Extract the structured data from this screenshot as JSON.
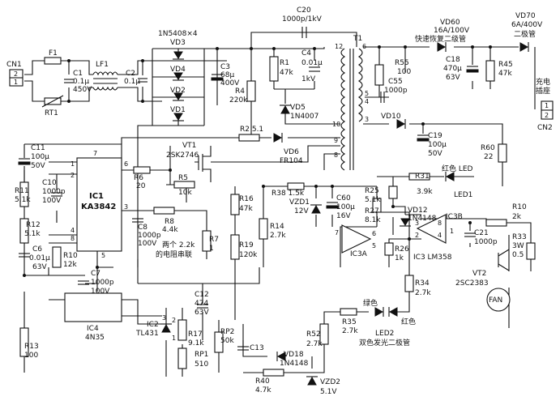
{
  "labels": {
    "cn1": "CN1",
    "cn1_p2": "2",
    "cn1_p1": "1",
    "f1": "F1",
    "rt1": "RT1",
    "c1_name": "C1",
    "c1_v1": "0.1μ",
    "c1_v2": "450V",
    "lf1": "LF1",
    "c2_name": "C2",
    "c2_val": "0.1μ",
    "bridge": "1N5408×4",
    "vd1": "VD1",
    "vd2": "VD2",
    "vd3": "VD3",
    "vd4": "VD4",
    "c3_name": "C3",
    "c3_v1": "68μ",
    "c3_v2": "400V",
    "r4_name": "R4",
    "r4_val": "220k",
    "r1_name": "R1",
    "r1_val": "47k",
    "c4_name": "C4",
    "c4_v1": "0.01μ",
    "c4_v2": "1kV",
    "vd5_name": "VD5",
    "vd5_val": "1N4007",
    "c20_name": "C20",
    "c20_val": "1000p/1kV",
    "t1": "T1",
    "t1_p12": "12",
    "t1_p6": "6",
    "t1_p5": "5",
    "t1_p4": "4",
    "t1_p3": "3",
    "t1_p10": "10",
    "t1_p9": "9",
    "t1_p8": "8",
    "vd60_name": "VD60",
    "vd60_val": "16A/100V",
    "vd60_desc": "快速恢复二级管",
    "vd70_name": "VD70",
    "vd70_val": "6A/400V",
    "vd70_desc": "二极管",
    "r55_name": "R55",
    "r55_val": "100",
    "c55_name": "C55",
    "c55_val": "1000p",
    "c18_name": "C18",
    "c18_v1": "470μ",
    "c18_v2": "63V",
    "r45_name": "R45",
    "r45_val": "47k",
    "charge_socket_1": "充电",
    "charge_socket_2": "插座",
    "cn2": "CN2",
    "cn2_p1": "1",
    "cn2_p2": "2",
    "vd10": "VD10",
    "c19_name": "C19",
    "c19_v1": "100μ",
    "c19_v2": "50V",
    "r60_name": "R60",
    "r60_val": "22",
    "r2": "R2 5.1",
    "vd6_name": "VD6",
    "vd6_val": "FR104",
    "vt1_name": "VT1",
    "vt1_val": "2SK2746",
    "c11_name": "C11",
    "c11_v1": "100μ",
    "c11_v2": "50V",
    "ic1_name": "IC1",
    "ic1_val": "KA3842",
    "ic1_p7": "7",
    "ic1_p1": "1",
    "ic1_p2": "2",
    "ic1_p6": "6",
    "ic1_p3": "3",
    "ic1_p4": "4",
    "ic1_p8": "8",
    "ic1_p5": "5",
    "r11_name": "R11",
    "r11_val": "5.1k",
    "c10_name": "C10",
    "c10_v1": "1000p",
    "c10_v2": "100V",
    "r6_name": "R6",
    "r6_val": "20",
    "r5_name": "R5",
    "r5_val": "10k",
    "r12_name": "R12",
    "r12_val": "5.1k",
    "c8_name": "C8",
    "c8_v1": "1000p",
    "c8_v2": "100V",
    "r8_name": "R8",
    "r8_val": "4.4k",
    "r7_name": "R7",
    "r7_val": "1",
    "two_resistors_1": "两个 2.2k",
    "two_resistors_2": "的电阻串联",
    "c6_name": "C6",
    "c6_v1": "0.01μ",
    "c6_v2": "63V",
    "r10_name": "R10",
    "r10_val": "12k",
    "c7_name": "C7",
    "c7_v1": "1000p",
    "c7_v2": "100V",
    "r16_name": "R16",
    "r16_val": "47k",
    "r14_name": "R14",
    "r14_val": "2.7k",
    "r19_name": "R19",
    "r19_val": "120k",
    "r38": "R38 1.5k",
    "vzd1_name": "VZD1",
    "vzd1_val": "12V",
    "c60_name": "C60",
    "c60_v1": "100μ",
    "c60_v2": "16V",
    "r25_name": "R25",
    "r25_val": "5.1k",
    "r27_name": "R27",
    "r27_val": "8.1k",
    "r31_name": "R31",
    "r31_val": "3.9k",
    "red_led": "红色 LED",
    "led1": "LED1",
    "vd12_name": "VD12",
    "vd12_val": "1N4148",
    "ic3b": "IC3B",
    "r10b_name": "R10",
    "r10b_val": "2k",
    "c21_name": "C21",
    "c21_val": "1000p",
    "r33_name": "R33",
    "r33_v1": "3W",
    "r33_v2": "0.5",
    "ic3a": "IC3A",
    "ic3_pin7": "7",
    "ic3_pin6": "6",
    "ic3_pin5": "5",
    "ic3_pin3": "3",
    "ic3_pin2": "2",
    "ic3_pin8": "8",
    "ic3_pin4": "4",
    "ic3_pin1": "1",
    "r26_name": "R26",
    "r26_val": "1k",
    "ic3_lm358": "IC3 LM358",
    "vt2_name": "VT2",
    "vt2_val": "2SC2383",
    "fan": "FAN",
    "r34_name": "R34",
    "r34_val": "2.7k",
    "green": "绿色",
    "red": "红色",
    "r35_name": "R35",
    "r35_val": "2.7k",
    "led2": "LED2",
    "led2_desc": "双色发光二极管",
    "r52_name": "R52",
    "r52_val": "2.7k",
    "c12_name": "C12",
    "c12_v1": "474",
    "c12_v2": "63V",
    "ic2_name": "IC2",
    "ic2_val": "TL431",
    "ic2_p3": "3",
    "ic2_p2": "2",
    "ic2_p1": "1",
    "r17_name": "R17",
    "r17_val": "9.1k",
    "rp2_name": "RP2",
    "rp2_val": "50k",
    "c13": "C13",
    "rp1_name": "RP1",
    "rp1_val": "510",
    "vd18_name": "VD18",
    "vd18_val": "1N4148",
    "r40_name": "R40",
    "r40_val": "4.7k",
    "vzd2_name": "VZD2",
    "vzd2_val": "5.1V",
    "ic4_name": "IC4",
    "ic4_val": "4N35",
    "r13_name": "R13",
    "r13_val": "100"
  }
}
